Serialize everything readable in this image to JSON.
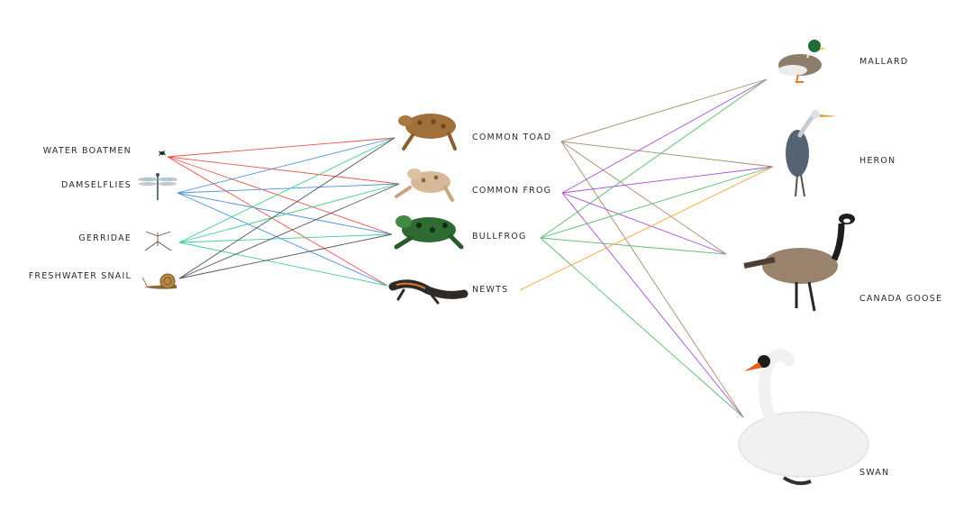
{
  "diagram": {
    "prey": [
      {
        "id": "water-boatmen",
        "label": "WATER BOATMEN",
        "icon": "water-boatman-icon"
      },
      {
        "id": "damselflies",
        "label": "DAMSELFLIES",
        "icon": "damselfly-icon"
      },
      {
        "id": "gerridae",
        "label": "GERRIDAE",
        "icon": "water-strider-icon"
      },
      {
        "id": "freshwater-snail",
        "label": "FRESHWATER SNAIL",
        "icon": "snail-icon"
      }
    ],
    "amphibians": [
      {
        "id": "common-toad",
        "label": "COMMON TOAD",
        "icon": "toad-icon"
      },
      {
        "id": "common-frog",
        "label": "COMMON FROG",
        "icon": "frog-icon"
      },
      {
        "id": "bullfrog",
        "label": "BULLFROG",
        "icon": "bullfrog-icon"
      },
      {
        "id": "newts",
        "label": "NEWTS",
        "icon": "newt-icon"
      }
    ],
    "birds": [
      {
        "id": "mallard",
        "label": "MALLARD",
        "icon": "mallard-duck-icon"
      },
      {
        "id": "heron",
        "label": "HERON",
        "icon": "heron-icon"
      },
      {
        "id": "canada-goose",
        "label": "CANADA GOOSE",
        "icon": "canada-goose-icon"
      },
      {
        "id": "swan",
        "label": "SWAN",
        "icon": "swan-icon"
      }
    ],
    "prey_links": [
      {
        "from": "water-boatmen",
        "color": "#e8534f",
        "to": [
          "common-toad",
          "common-frog",
          "bullfrog",
          "newts"
        ]
      },
      {
        "from": "damselflies",
        "color": "#4a90d9",
        "to": [
          "common-toad",
          "common-frog",
          "bullfrog",
          "newts"
        ]
      },
      {
        "from": "gerridae",
        "color": "#3fcf8e",
        "to": [
          "common-toad",
          "common-frog",
          "bullfrog",
          "newts"
        ]
      },
      {
        "from": "freshwater-snail",
        "color": "#555555",
        "to": [
          "common-toad",
          "common-frog",
          "bullfrog"
        ]
      }
    ],
    "predator_links": [
      {
        "from": "common-toad",
        "color": "#a88a68",
        "to": [
          "mallard",
          "heron",
          "canada-goose",
          "swan"
        ]
      },
      {
        "from": "common-frog",
        "color": "#a84fd0",
        "to": [
          "mallard",
          "heron",
          "canada-goose",
          "swan"
        ]
      },
      {
        "from": "bullfrog",
        "color": "#5aba6e",
        "to": [
          "mallard",
          "heron",
          "canada-goose",
          "swan"
        ]
      },
      {
        "from": "newts",
        "color": "#f5a335",
        "to": [
          "heron"
        ]
      }
    ]
  }
}
